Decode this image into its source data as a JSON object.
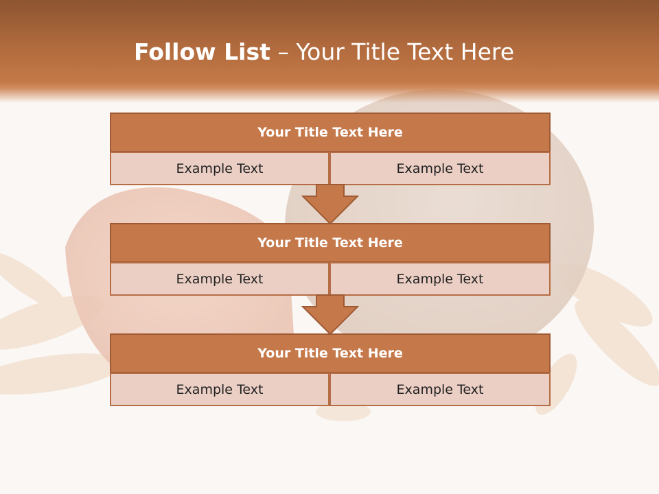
{
  "title": {
    "bold": "Follow List",
    "rest": " – Your Title Text Here"
  },
  "blocks": [
    {
      "heading": "Your Title Text Here",
      "left": "Example Text",
      "right": "Example Text"
    },
    {
      "heading": "Your Title Text Here",
      "left": "Example Text",
      "right": "Example Text"
    },
    {
      "heading": "Your Title Text Here",
      "left": "Example Text",
      "right": "Example Text"
    }
  ],
  "colors": {
    "header": "#b06a3d",
    "block_heading": "#c5794b",
    "block_cell": "#ebcfc4",
    "arrow": "#c5794b",
    "border": "#9f5a34"
  }
}
